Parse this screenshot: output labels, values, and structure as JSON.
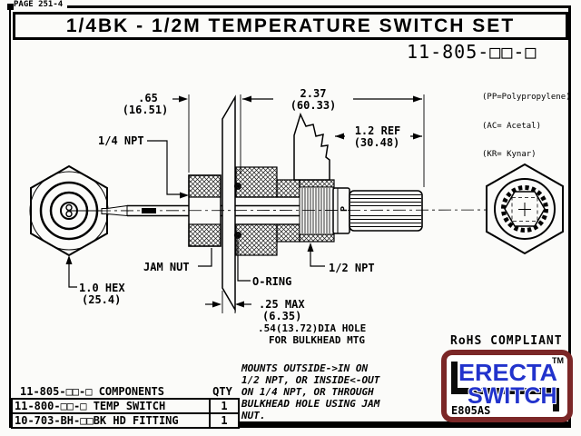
{
  "frame": {
    "page_ref": "PAGE 251-4"
  },
  "header": {
    "title": "1/4BK - 1/2M TEMPERATURE SWITCH SET",
    "part_number": "11-805-□□-□"
  },
  "materials_note": {
    "lines": [
      "(PP=Polypropylene)",
      "(AC= Acetal)",
      "(KR= Kynar)"
    ]
  },
  "drawing": {
    "labels": {
      "dim_probe_len": ".65",
      "dim_probe_len_mm": "(16.51)",
      "dim_overall": "2.37",
      "dim_overall_mm": "(60.33)",
      "dim_ref": "1.2 REF",
      "dim_ref_mm": "(30.48)",
      "quarter_npt": "1/4 NPT",
      "jam_nut": "JAM NUT",
      "o_ring": "O-RING",
      "half_npt": "1/2 NPT",
      "hex_size": "1.0 HEX",
      "hex_size_mm": "(25.4)",
      "panel_max": ".25 MAX",
      "panel_max_mm": "(6.35)",
      "hole_dia": ".54(13.72)DIA HOLE",
      "hole_dia_2": "FOR BULKHEAD MTG",
      "p_mark": "P"
    }
  },
  "components_table": {
    "header_part": "11-805-□□-□ COMPONENTS",
    "header_qty": "QTY",
    "rows": [
      {
        "part": "11-800-□□-□ TEMP SWITCH",
        "qty": "1"
      },
      {
        "part": "10-703-BH-□□BK HD FITTING",
        "qty": "1"
      }
    ]
  },
  "mounting_note": {
    "text": "MOUNTS OUTSIDE->IN ON 1/2 NPT, OR INSIDE<-OUT ON 1/4 NPT, OR THROUGH BULKHEAD HOLE USING JAM NUT."
  },
  "compliance": {
    "rohs": "RoHS COMPLIANT"
  },
  "logo": {
    "brand_top": "ERECTA",
    "brand_bottom": "SWITCH",
    "tm": "TM",
    "model_code": "E805AS",
    "colors": {
      "brand_blue": "#2233cc",
      "frame_maroon": "#7b2727"
    }
  }
}
